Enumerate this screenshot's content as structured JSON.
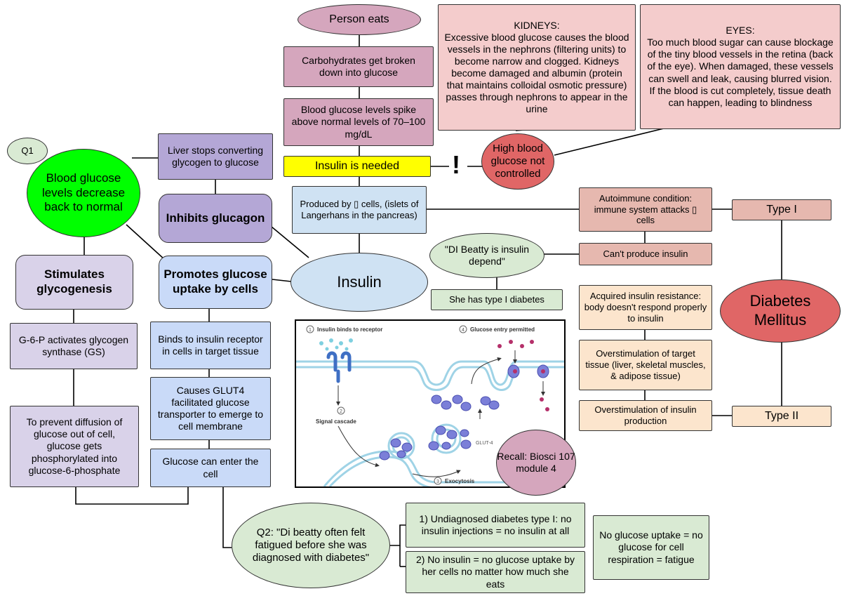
{
  "nodes": {
    "person_eats": "Person eats",
    "carbs": "Carbohydrates get broken down into glucose",
    "spike": "Blood glucose levels spike above normal levels of 70–100 mg/dL",
    "insulin_needed": "Insulin is needed",
    "exclamation": "!",
    "high_bg": "High blood glucose not controlled",
    "kidneys_title": "KIDNEYS:",
    "kidneys_text": "Excessive blood glucose causes the blood vessels in the nephrons (filtering units) to become narrow and clogged. Kidneys become damaged and albumin (protein that maintains colloidal osmotic pressure) passes through nephrons to appear in the urine",
    "eyes_title": "EYES:",
    "eyes_text": "Too much blood sugar can cause blockage of the tiny blood vessels in the retina (back of the eye). When damaged, these vessels can swell and leak, causing blurred vision. If the blood is cut completely, tissue death can happen, leading to blindness",
    "produced_by": "Produced by ▯ cells, (islets of Langerhans in the pancreas)",
    "insulin": "Insulin",
    "q1": "Q1",
    "bg_normal": "Blood glucose levels decrease back to normal",
    "liver_stops": "Liver stops converting glycogen to glucose",
    "inhibits_glucagon": "Inhibits glucagon",
    "stimulates": "Stimulates glycogenesis",
    "promotes": "Promotes glucose uptake by cells",
    "g6p_activates": "G-6-P activates glycogen synthase (GS)",
    "binds_receptor": "Binds to insulin receptor in cells in target tissue",
    "causes_glut4": "Causes GLUT4 facilitated glucose transporter to emerge to cell membrane",
    "glucose_enter": "Glucose can enter the cell",
    "prevent_diffusion": "To prevent diffusion of glucose out of cell, glucose gets phosphorylated into glucose-6-phosphate",
    "autoimmune": "Autoimmune condition: immune system attacks ▯ cells",
    "type1": "Type I",
    "di_beatty": "\"DI Beatty is insulin depend\"",
    "cant_produce": "Can't produce insulin",
    "type1_diabetes": "She has type I diabetes",
    "diabetes_mellitus": "Diabetes Mellitus",
    "acquired": "Acquired insulin resistance: body doesn't respond properly to insulin",
    "overstim_target": "Overstimulation of target tissue (liver, skeletal muscles, & adipose tissue)",
    "overstim_insulin": "Overstimulation of insulin production",
    "type2": "Type II",
    "recall": "Recall: Biosci 107 module 4",
    "q2": "Q2: \"Di beatty often felt fatigued before she was diagnosed with diabetes\"",
    "undiagnosed": "1) Undiagnosed diabetes type I: no insulin injections = no insulin at all",
    "no_insulin": "2) No insulin = no glucose uptake by her cells no matter how much she eats",
    "no_uptake": "No glucose uptake = no glucose for cell respiration = fatigue"
  },
  "figure": {
    "step1": "Insulin binds to receptor",
    "step1_num": "1",
    "step2": "Signal cascade",
    "step2_num": "2",
    "step3": "Exocytosis",
    "step3_num": "3",
    "step4": "Glucose entry permitted",
    "step4_num": "4",
    "glut4": "GLUT-4"
  },
  "colors": {
    "pink": "#d5a6bd",
    "rose": "#f4cccc",
    "salmon": "#e6b8af",
    "red": "#e06666",
    "purple": "#b4a7d6",
    "lavender": "#d9d2e9",
    "blue": "#c9daf8",
    "light_blue": "#cfe2f3",
    "green": "#d9ead3",
    "lime": "#00ff00",
    "yellow": "#ffff00",
    "peach": "#fce5cd"
  }
}
